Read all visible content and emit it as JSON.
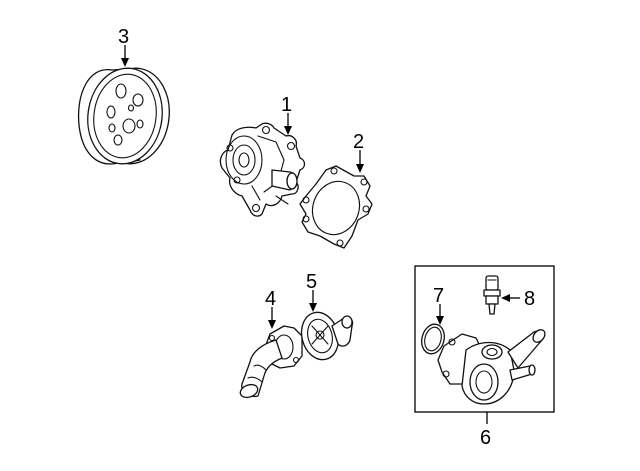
{
  "diagram": {
    "callouts": [
      {
        "id": "1",
        "label": "1"
      },
      {
        "id": "2",
        "label": "2"
      },
      {
        "id": "3",
        "label": "3"
      },
      {
        "id": "4",
        "label": "4"
      },
      {
        "id": "5",
        "label": "5"
      },
      {
        "id": "6",
        "label": "6"
      },
      {
        "id": "7",
        "label": "7"
      },
      {
        "id": "8",
        "label": "8"
      }
    ],
    "icons": {
      "pulley": "pulley-icon",
      "water_pump": "water-pump-icon",
      "pump_gasket": "gasket-icon",
      "outlet_pipe": "coolant-outlet-icon",
      "thermostat": "thermostat-icon",
      "housing_assembly": "thermostat-housing-icon",
      "o_ring": "o-ring-icon",
      "sensor": "temperature-sensor-icon"
    },
    "line_color": "#111111",
    "background": "#ffffff"
  }
}
